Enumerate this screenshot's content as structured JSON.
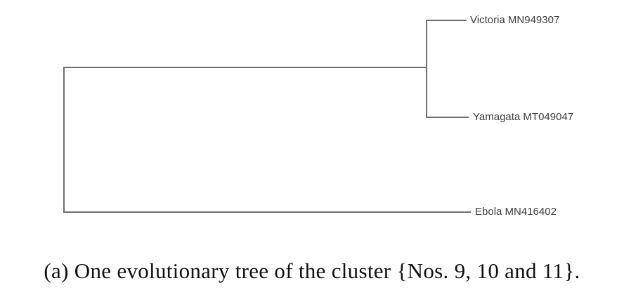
{
  "figure": {
    "caption": "(a) One evolutionary tree of the cluster {Nos. 9, 10 and 11}."
  },
  "tree": {
    "taxa": [
      {
        "label": "Victoria MN949307"
      },
      {
        "label": "Yamagata MT049047"
      },
      {
        "label": "Ebola MN416402"
      }
    ],
    "topology": "((Victoria MN949307, Yamagata MT049047), Ebola MN416402)",
    "line_color_hex": "#6e6e6e",
    "label_color_hex": "#3c3c3c"
  }
}
